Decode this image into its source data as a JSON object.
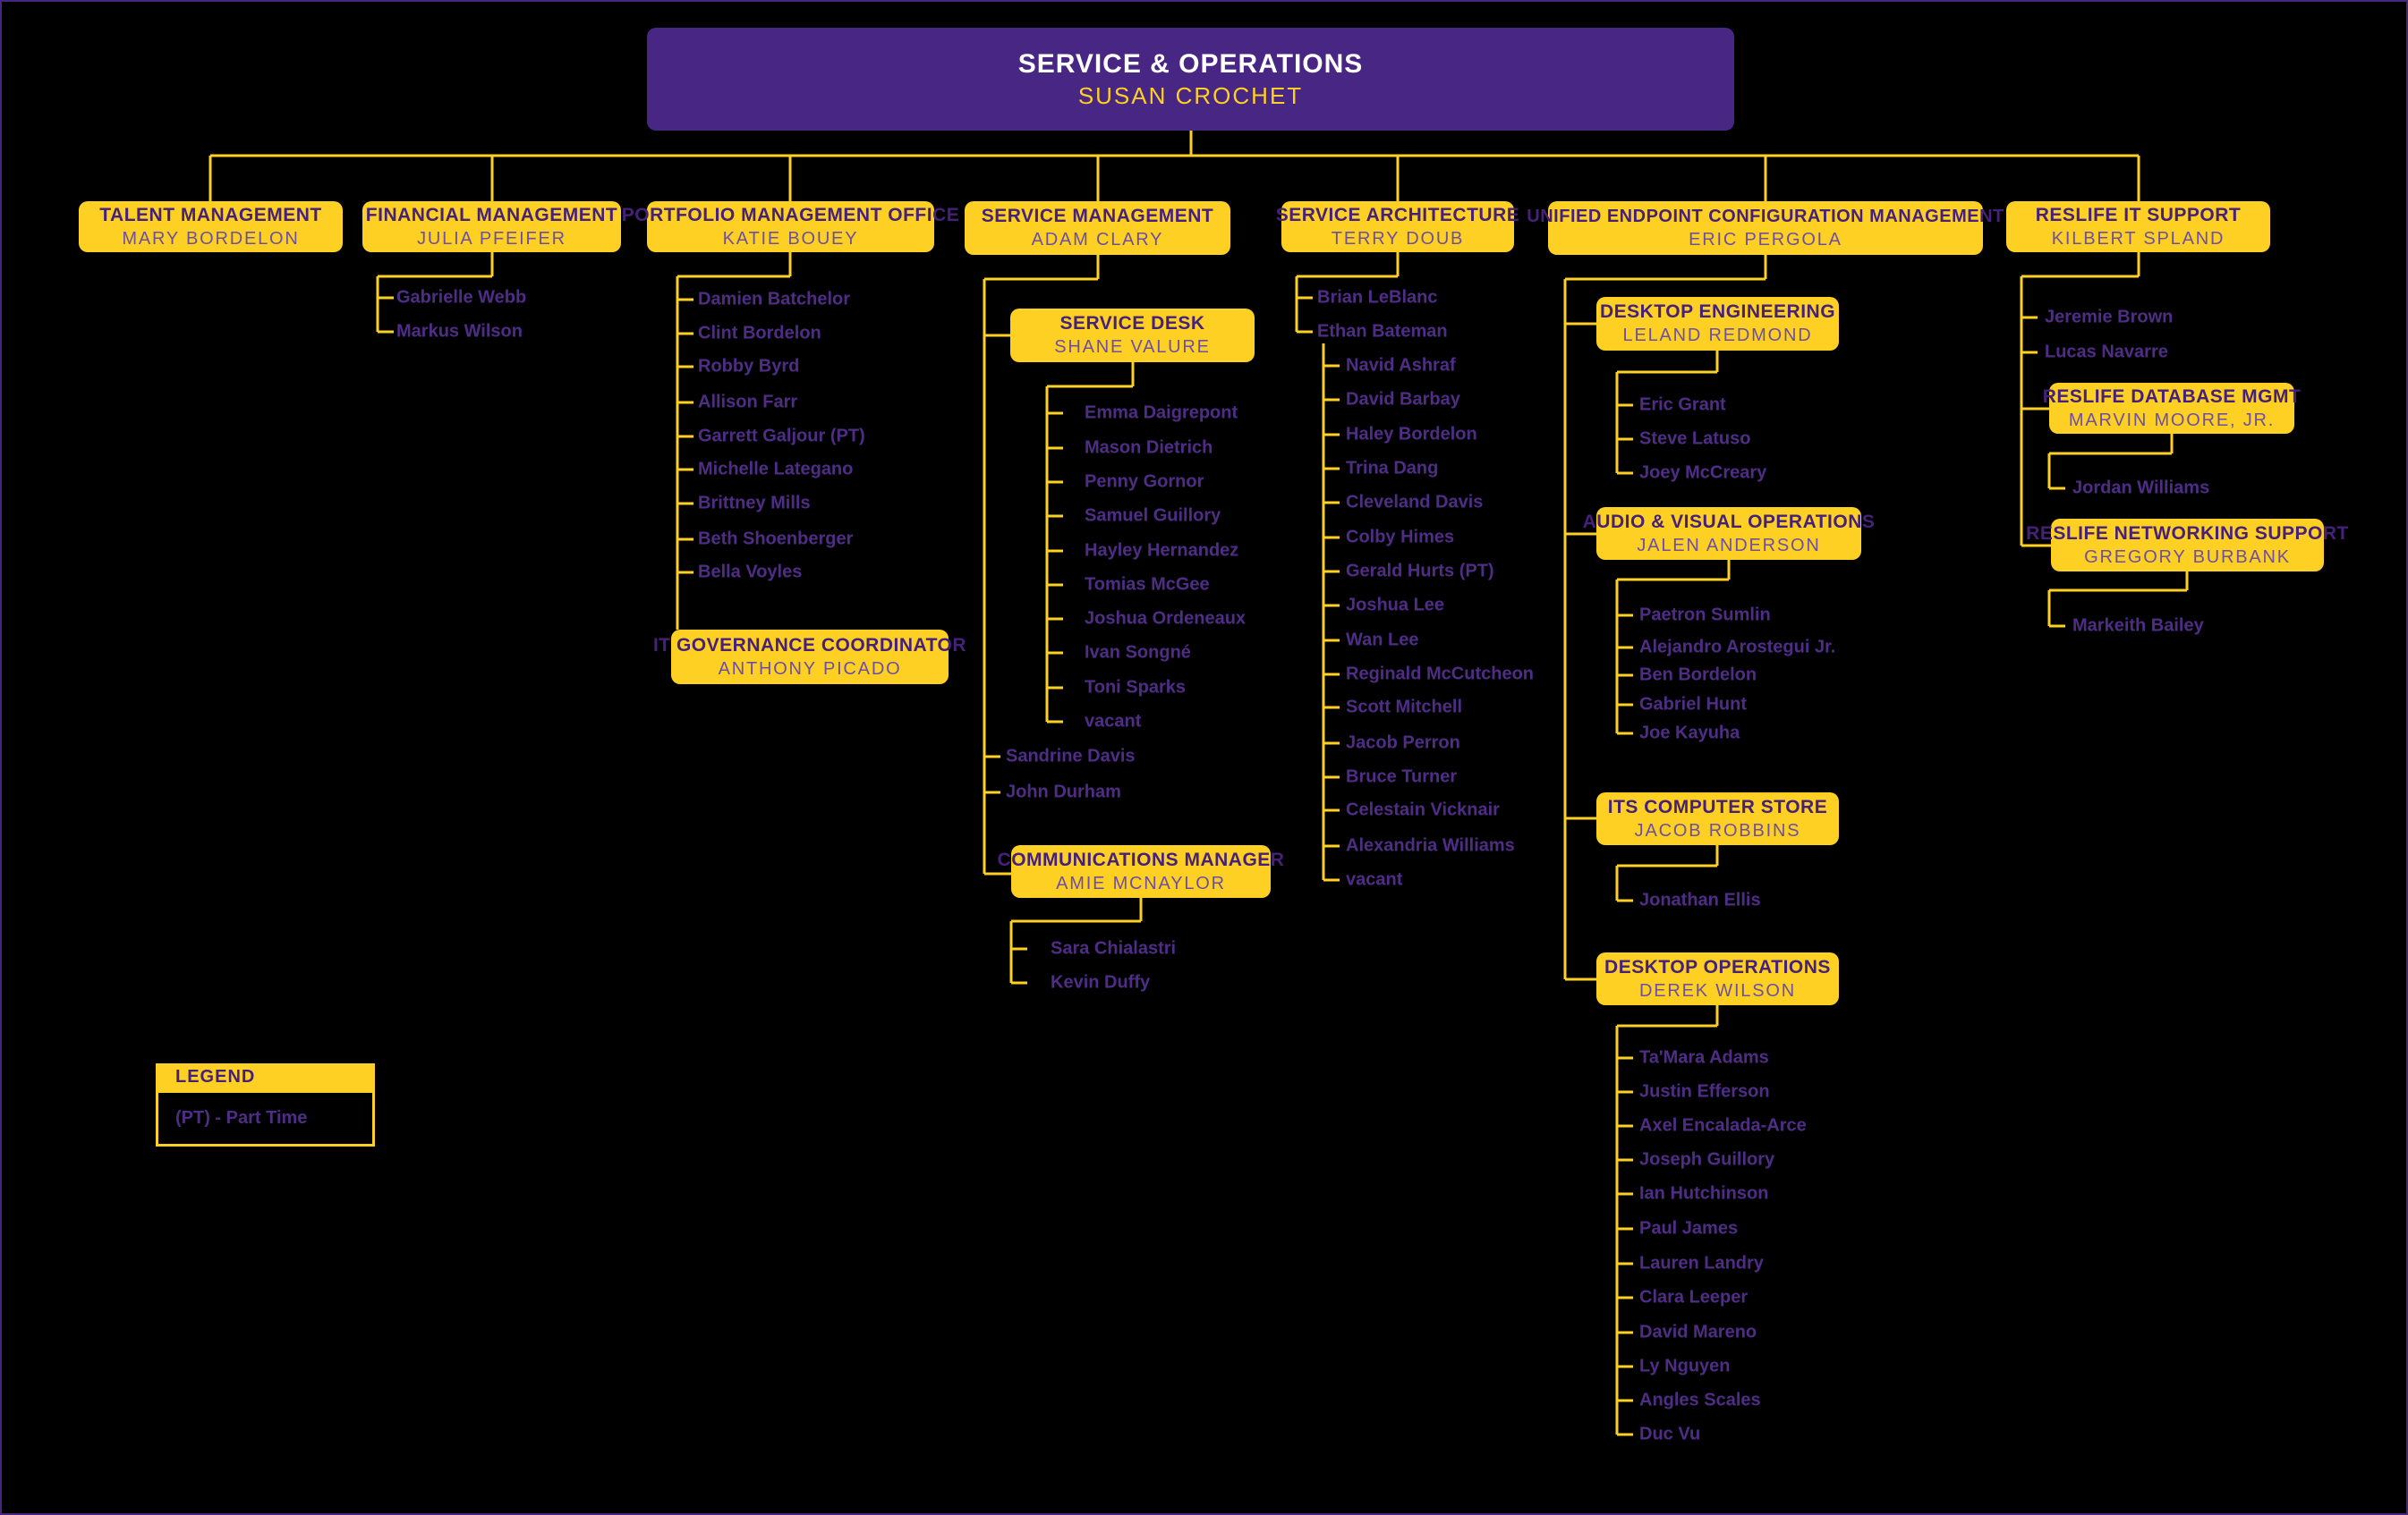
{
  "colors": {
    "gold": "#FDD023",
    "purple": "#482683",
    "member_text": "#4f2d87",
    "title_text": "#45217a",
    "root_title_text": "#ffffff"
  },
  "root": {
    "title": "SERVICE & OPERATIONS",
    "name": "SUSAN CROCHET"
  },
  "legend": {
    "title": "LEGEND",
    "note": "(PT) - Part Time"
  },
  "talent": {
    "title": "TALENT MANAGEMENT",
    "name": "MARY BORDELON"
  },
  "financial": {
    "title": "FINANCIAL MANAGEMENT",
    "name": "JULIA PFEIFER",
    "members": [
      "Gabrielle Webb",
      "Markus Wilson"
    ]
  },
  "portfolio": {
    "title": "PORTFOLIO MANAGEMENT OFFICE",
    "name": "KATIE BOUEY",
    "members": [
      "Damien Batchelor",
      "Clint Bordelon",
      "Robby Byrd",
      "Allison Farr",
      "Garrett Galjour (PT)",
      "Michelle Lategano",
      "Brittney Mills",
      "Beth Shoenberger",
      "Bella Voyles"
    ],
    "it_governance": {
      "title": "IT GOVERNANCE COORDINATOR",
      "name": "ANTHONY PICADO"
    }
  },
  "service_management": {
    "title": "SERVICE MANAGEMENT",
    "name": "ADAM CLARY",
    "members": [
      "Sandrine Davis",
      "John Durham"
    ],
    "service_desk": {
      "title": "SERVICE DESK",
      "name": "SHANE VALURE",
      "members": [
        "Emma Daigrepont",
        "Mason Dietrich",
        "Penny Gornor",
        "Samuel Guillory",
        "Hayley Hernandez",
        "Tomias McGee",
        "Joshua Ordeneaux",
        "Ivan Songné",
        "Toni Sparks",
        "vacant"
      ]
    },
    "communications": {
      "title": "COMMUNICATIONS MANAGER",
      "name": "AMIE MCNAYLOR",
      "members": [
        "Sara Chialastri",
        "Kevin Duffy"
      ]
    }
  },
  "service_architecture": {
    "title": "SERVICE ARCHITECTURE",
    "name": "TERRY DOUB",
    "members": [
      "Brian LeBlanc",
      "Ethan Bateman"
    ],
    "bateman_team": [
      "Navid Ashraf",
      "David Barbay",
      "Haley Bordelon",
      "Trina Dang",
      "Cleveland Davis",
      "Colby Himes",
      "Gerald Hurts (PT)",
      "Joshua Lee",
      "Wan Lee",
      "Reginald McCutcheon",
      "Scott Mitchell",
      "Jacob Perron",
      "Bruce Turner",
      "Celestain Vicknair",
      "Alexandria Williams",
      "vacant"
    ]
  },
  "uecm": {
    "title": "UNIFIED ENDPOINT CONFIGURATION MANAGEMENT",
    "name": "ERIC PERGOLA",
    "desktop_engineering": {
      "title": "DESKTOP ENGINEERING",
      "name": "LELAND REDMOND",
      "members": [
        "Eric Grant",
        "Steve Latuso",
        "Joey McCreary"
      ]
    },
    "av_operations": {
      "title": "AUDIO & VISUAL OPERATIONS",
      "name": "JALEN ANDERSON",
      "members": [
        "Paetron Sumlin",
        "Alejandro Arostegui Jr.",
        "Ben Bordelon",
        "Gabriel Hunt",
        "Joe Kayuha"
      ]
    },
    "computer_store": {
      "title": "ITS COMPUTER STORE",
      "name": "JACOB ROBBINS",
      "members": [
        "Jonathan Ellis"
      ]
    },
    "desktop_operations": {
      "title": "DESKTOP OPERATIONS",
      "name": "DEREK WILSON",
      "members": [
        "Ta'Mara Adams",
        "Justin Efferson",
        "Axel Encalada-Arce",
        "Joseph Guillory",
        "Ian Hutchinson",
        "Paul James",
        "Lauren Landry",
        "Clara Leeper",
        "David Mareno",
        "Ly Nguyen",
        "Angles Scales",
        "Duc Vu"
      ]
    }
  },
  "reslife": {
    "title": "RESLIFE IT SUPPORT",
    "name": "KILBERT SPLAND",
    "members": [
      "Jeremie Brown",
      "Lucas Navarre"
    ],
    "database_mgmt": {
      "title": "RESLIFE DATABASE MGMT",
      "name": "MARVIN MOORE, JR.",
      "members": [
        "Jordan Williams"
      ]
    },
    "networking": {
      "title": "RESLIFE NETWORKING SUPPORT",
      "name": "GREGORY BURBANK",
      "members": [
        "Markeith Bailey"
      ]
    }
  }
}
